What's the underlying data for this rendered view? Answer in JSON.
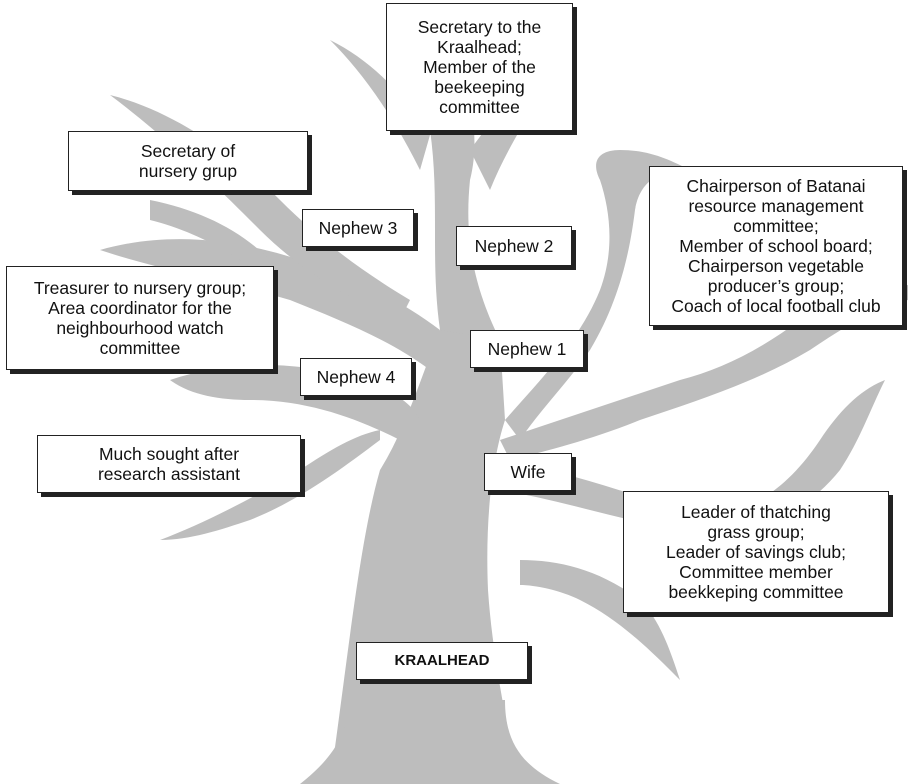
{
  "tree_color": "#bdbdbd",
  "nodes": {
    "secretary_kraalhead": "Secretary to the\nKraalhead;\nMember of the\nbeekeeping\ncommittee",
    "secretary_nursery": "Secretary of\nnursery grup",
    "chairperson_batanai": "Chairperson of Batanai\nresource management\ncommittee;\nMember of school board;\nChairperson vegetable\nproducer’s group;\nCoach of local football club",
    "nephew3": "Nephew 3",
    "nephew2": "Nephew 2",
    "treasurer": "Treasurer to nursery group;\nArea coordinator for the\nneighbourhood watch\ncommittee",
    "nephew1": "Nephew 1",
    "nephew4": "Nephew 4",
    "research_assistant": "Much sought after\nresearch assistant",
    "wife": "Wife",
    "leader_thatching": "Leader of thatching\ngrass group;\nLeader of savings club;\nCommittee member\nbeekkeping committee",
    "kraalhead": "KRAALHEAD"
  }
}
